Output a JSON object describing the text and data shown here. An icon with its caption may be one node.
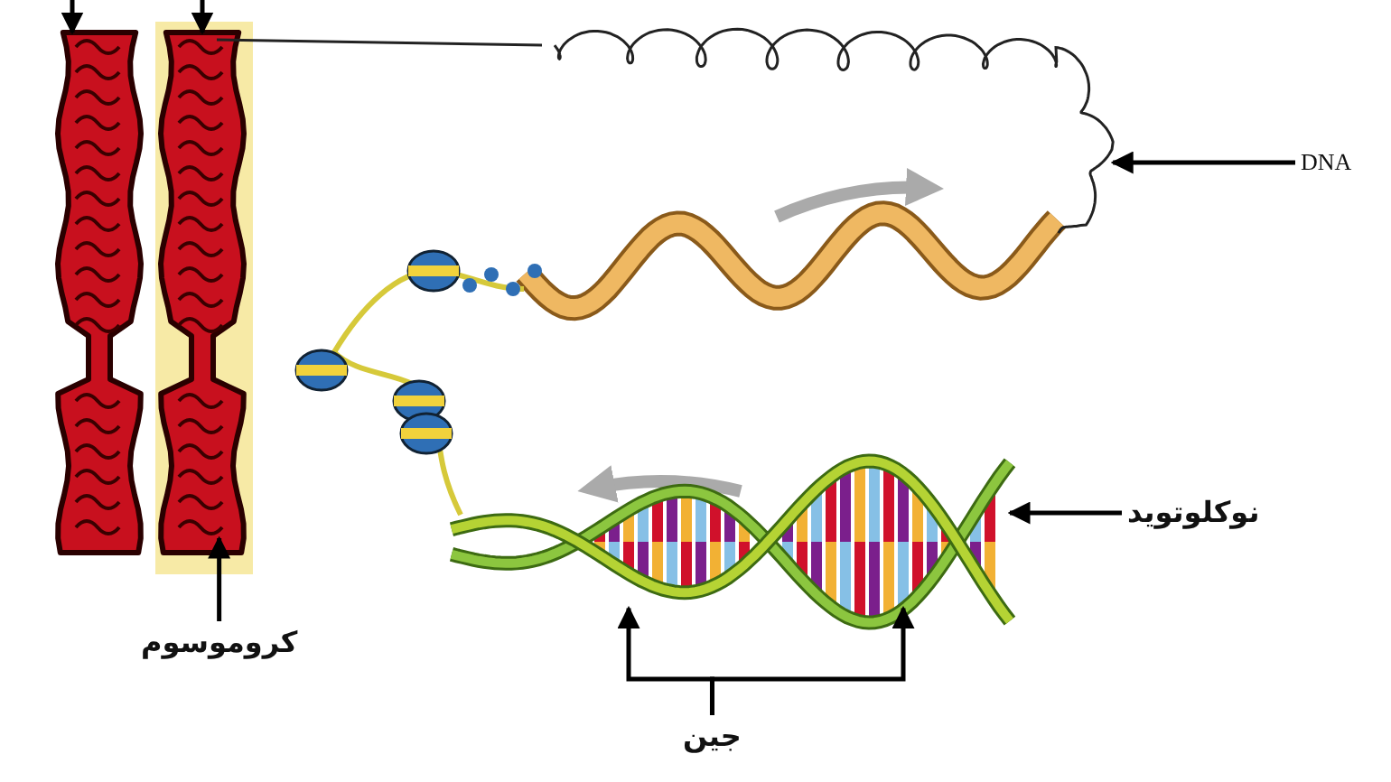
{
  "diagram": {
    "nodes": [
      {
        "text": [],
        "shape": "picture"
      },
      {
        "text": [],
        "shape": "picture"
      },
      {
        "text": [],
        "shape": "picture"
      },
      {
        "text": [
          "DNA"
        ]
      },
      {
        "text": [],
        "shape": "picture"
      },
      {
        "text": [
          "نوكلوتويد"
        ]
      },
      {
        "text": [
          "كروموسوم"
        ]
      },
      {
        "text": [
          "جين"
        ]
      }
    ],
    "edges": [
      {
        "from": null,
        "to": 0,
        "arrow": "to"
      },
      {
        "from": null,
        "to": 1,
        "arrow": "to"
      },
      {
        "from": 3,
        "to": 2,
        "arrow": "to"
      },
      {
        "from": 5,
        "to": 4,
        "arrow": "to"
      },
      {
        "from": 6,
        "to": 1,
        "arrow": "to"
      },
      {
        "from": 7,
        "to": 4,
        "arrow": "to"
      },
      {
        "from": 7,
        "to": 4,
        "arrow": "to"
      }
    ]
  }
}
